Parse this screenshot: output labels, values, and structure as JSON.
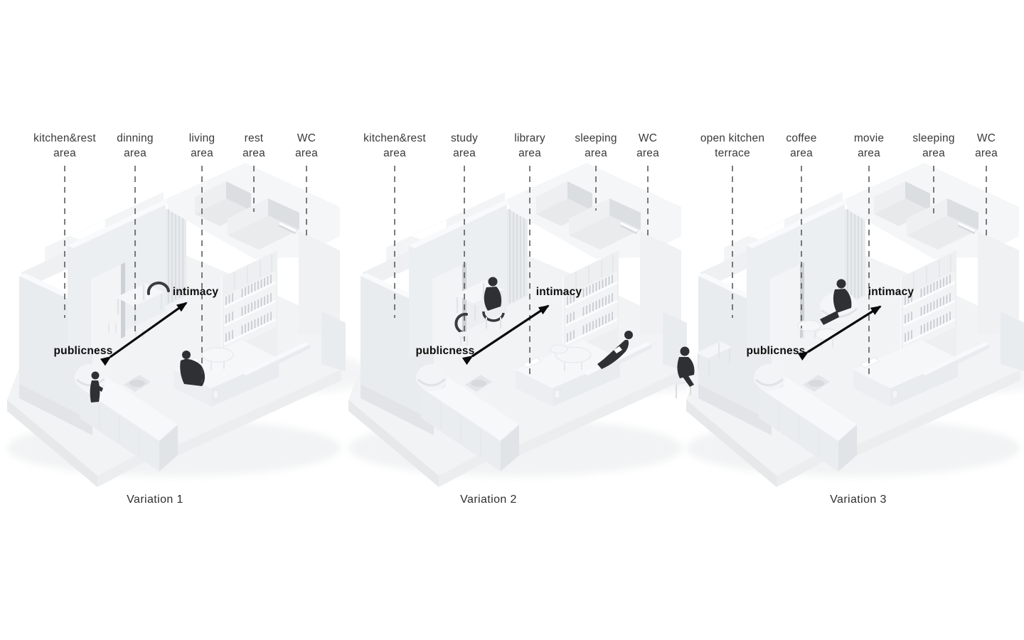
{
  "variations": [
    {
      "caption": "Variation 1",
      "gradient": {
        "from": "publicness",
        "to": "intimacy"
      },
      "areas": [
        {
          "line1": "kitchen&rest",
          "line2": "area"
        },
        {
          "line1": "dinning",
          "line2": "area"
        },
        {
          "line1": "living",
          "line2": "area"
        },
        {
          "line1": "rest",
          "line2": "area"
        },
        {
          "line1": "WC",
          "line2": "area"
        }
      ]
    },
    {
      "caption": "Variation 2",
      "gradient": {
        "from": "publicness",
        "to": "intimacy"
      },
      "areas": [
        {
          "line1": "kitchen&rest",
          "line2": "area"
        },
        {
          "line1": "study",
          "line2": "area"
        },
        {
          "line1": "library",
          "line2": "area"
        },
        {
          "line1": "sleeping",
          "line2": "area"
        },
        {
          "line1": "WC",
          "line2": "area"
        }
      ]
    },
    {
      "caption": "Variation 3",
      "gradient": {
        "from": "publicness",
        "to": "intimacy"
      },
      "areas": [
        {
          "line1": "open kitchen",
          "line2": "terrace"
        },
        {
          "line1": "coffee",
          "line2": "area"
        },
        {
          "line1": "movie",
          "line2": "area"
        },
        {
          "line1": "sleeping",
          "line2": "area"
        },
        {
          "line1": "WC",
          "line2": "area"
        }
      ]
    }
  ]
}
